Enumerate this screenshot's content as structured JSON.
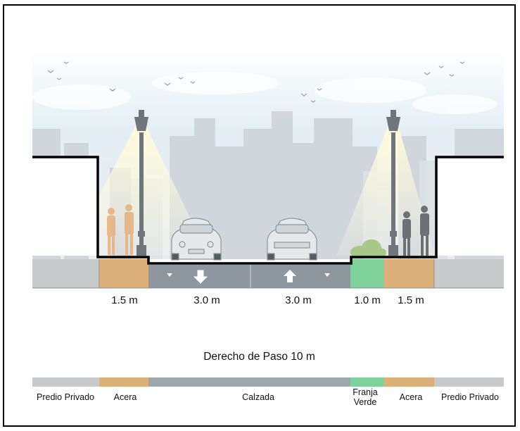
{
  "colors": {
    "private": "#c7c8ca",
    "sidewalk": "#ddb07a",
    "roadway": "#9ea6ae",
    "green": "#7fd19a",
    "sky": "#dcebf3",
    "buildings": "#c9cfd4"
  },
  "dimensions": [
    {
      "label": "1.5 m"
    },
    {
      "label": "3.0 m"
    },
    {
      "label": "3.0 m"
    },
    {
      "label": "1.0 m"
    },
    {
      "label": "1.5 m"
    }
  ],
  "title": "Derecho de Paso 10 m",
  "legend": [
    {
      "lines": [
        "Predio Privado"
      ],
      "color": "private"
    },
    {
      "lines": [
        "Acera"
      ],
      "color": "sidewalk"
    },
    {
      "lines": [
        "Calzada"
      ],
      "color": "roadway"
    },
    {
      "lines": [
        "Franja",
        "Verde"
      ],
      "color": "green"
    },
    {
      "lines": [
        "Acera"
      ],
      "color": "sidewalk"
    },
    {
      "lines": [
        "Predio Privado"
      ],
      "color": "private"
    }
  ],
  "icons": [
    "streetlamp-icon",
    "car-icon",
    "pedestrian-icon",
    "arrow-down-icon",
    "arrow-up-icon",
    "bird-icon",
    "bush-icon"
  ]
}
